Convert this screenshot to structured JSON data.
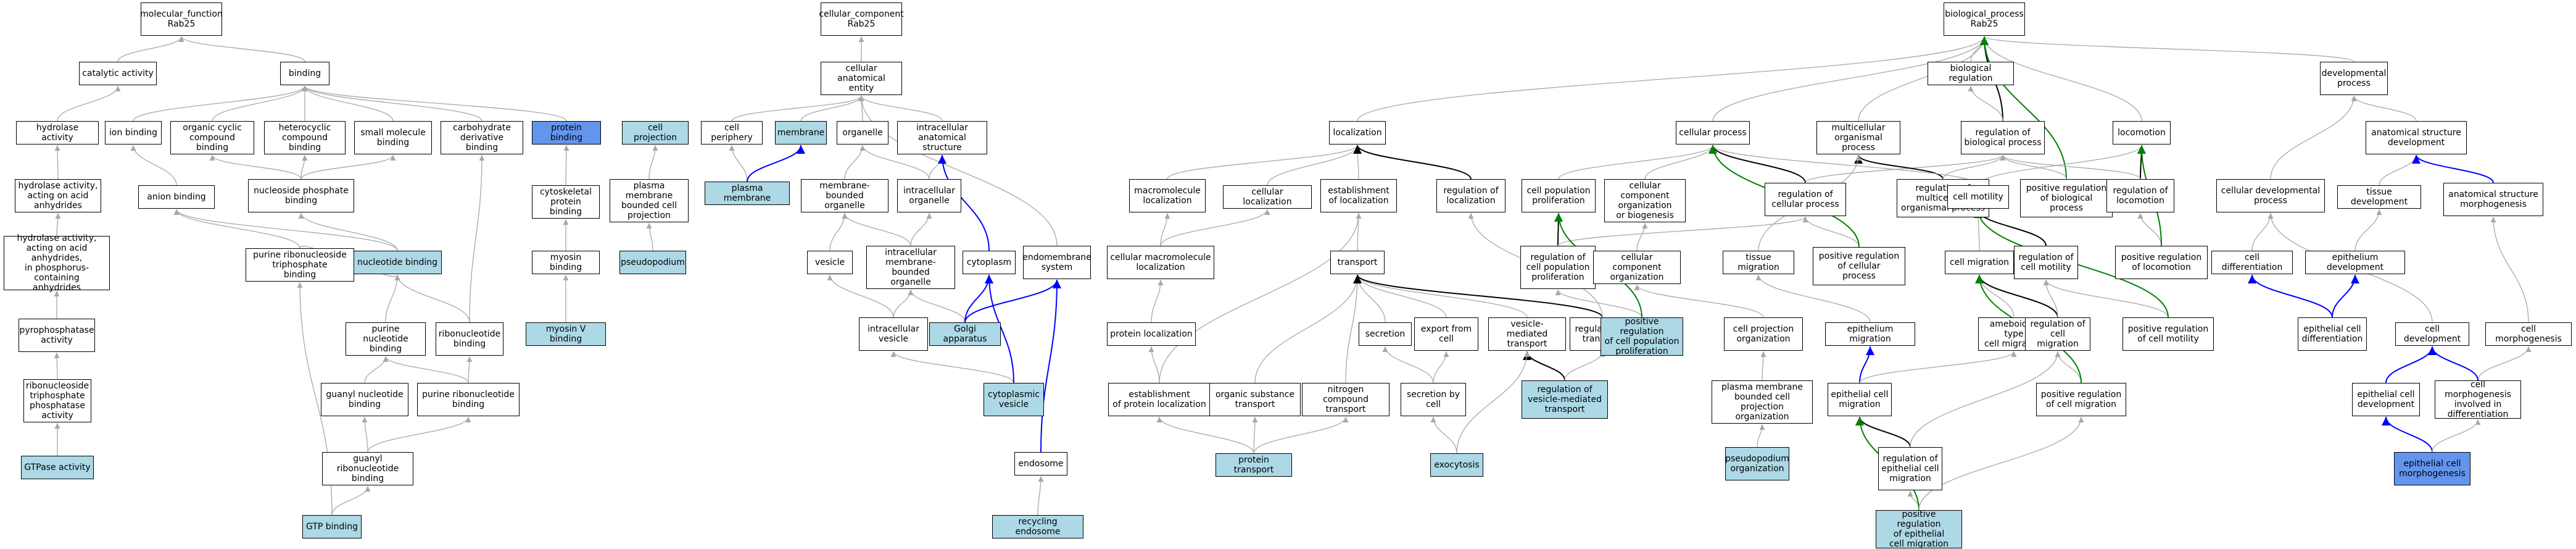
{
  "nodes": {
    "mf": {
      "label": "molecular_function\nRab25"
    },
    "cat": {
      "label": "catalytic activity"
    },
    "hyd": {
      "label": "hydrolase activity"
    },
    "hydah": {
      "label": "hydrolase activity,\nacting on acid\nanhydrides"
    },
    "hydp": {
      "label": "hydrolase activity,\nacting on acid\nanhydrides,\nin phosphorus-containing\nanhydrides"
    },
    "ppase": {
      "label": "pyrophosphatase\nactivity"
    },
    "ntp": {
      "label": "ribonucleoside\ntriphosphate\nphosphatase\nactivity"
    },
    "gtpase": {
      "label": "GTPase activity",
      "style": "lb"
    },
    "binding": {
      "label": "binding"
    },
    "ionb": {
      "label": "ion binding"
    },
    "orgcyc": {
      "label": "organic cyclic\ncompound binding"
    },
    "hetcyc": {
      "label": "heterocyclic\ncompound binding"
    },
    "smallmol": {
      "label": "small molecule\nbinding"
    },
    "carbo": {
      "label": "carbohydrate\nderivative binding"
    },
    "protb": {
      "label": "protein binding",
      "style": "cb"
    },
    "anion": {
      "label": "anion binding"
    },
    "nucphos": {
      "label": "nucleoside phosphate\nbinding"
    },
    "nucleotide": {
      "label": "nucleotide binding",
      "style": "lb"
    },
    "purintp": {
      "label": "purine ribonucleoside\ntriphosphate\nbinding"
    },
    "purinenuc": {
      "label": "purine nucleotide\nbinding"
    },
    "ribonuc": {
      "label": "ribonucleotide\nbinding"
    },
    "guanylnuc": {
      "label": "guanyl nucleotide\nbinding"
    },
    "purineribo": {
      "label": "purine ribonucleotide\nbinding"
    },
    "guanylribo": {
      "label": "guanyl ribonucleotide\nbinding"
    },
    "gtpb": {
      "label": "GTP binding",
      "style": "lb"
    },
    "cytoprot": {
      "label": "cytoskeletal\nprotein binding"
    },
    "myosinb": {
      "label": "myosin binding"
    },
    "myosin5": {
      "label": "myosin V binding",
      "style": "lb"
    },
    "cc": {
      "label": "cellular_component\nRab25"
    },
    "cae": {
      "label": "cellular anatomical\nentity"
    },
    "cellproj": {
      "label": "cell projection",
      "style": "lb"
    },
    "pmbcp": {
      "label": "plasma membrane\nbounded cell\nprojection"
    },
    "pseudo": {
      "label": "pseudopodium",
      "style": "lb"
    },
    "cperiph": {
      "label": "cell periphery"
    },
    "membrane": {
      "label": "membrane",
      "style": "lb"
    },
    "pm": {
      "label": "plasma membrane",
      "style": "lb"
    },
    "organelle": {
      "label": "organelle"
    },
    "ias": {
      "label": "intracellular\nanatomical structure"
    },
    "mbo": {
      "label": "membrane-bounded\norganelle"
    },
    "io": {
      "label": "intracellular\norganelle"
    },
    "vesicle": {
      "label": "vesicle"
    },
    "imbo": {
      "label": "intracellular\nmembrane-bounded\norganelle"
    },
    "cytoplasm": {
      "label": "cytoplasm"
    },
    "endomem": {
      "label": "endomembrane\nsystem"
    },
    "iv": {
      "label": "intracellular\nvesicle"
    },
    "golgi": {
      "label": "Golgi apparatus",
      "style": "lb"
    },
    "cytovesicle": {
      "label": "cytoplasmic\nvesicle",
      "style": "lb"
    },
    "endosome": {
      "label": "endosome"
    },
    "recycling": {
      "label": "recycling endosome",
      "style": "lb"
    },
    "bp": {
      "label": "biological_process\nRab25"
    },
    "localization": {
      "label": "localization"
    },
    "macroloc": {
      "label": "macromolecule\nlocalization"
    },
    "cellloc": {
      "label": "cellular localization"
    },
    "estloc": {
      "label": "establishment\nof localization"
    },
    "regloc": {
      "label": "regulation of\nlocalization"
    },
    "cellmacroloc": {
      "label": "cellular macromolecule\nlocalization"
    },
    "transport": {
      "label": "transport"
    },
    "protloc": {
      "label": "protein localization"
    },
    "estprotloc": {
      "label": "establishment\nof protein localization"
    },
    "orgsub": {
      "label": "organic substance\ntransport"
    },
    "nitrogen": {
      "label": "nitrogen compound\ntransport"
    },
    "secretion": {
      "label": "secretion"
    },
    "exportcell": {
      "label": "export from\ncell"
    },
    "secbycell": {
      "label": "secretion by\ncell"
    },
    "vesmed": {
      "label": "vesicle-mediated\ntransport"
    },
    "regtrans": {
      "label": "regulation of\ntransport"
    },
    "regvesmed": {
      "label": "regulation of\nvesicle-mediated\ntransport",
      "style": "lb"
    },
    "prottrans": {
      "label": "protein transport",
      "style": "lb"
    },
    "exocytosis": {
      "label": "exocytosis",
      "style": "lb"
    },
    "cellproc": {
      "label": "cellular process"
    },
    "multicell": {
      "label": "multicellular\norganismal process"
    },
    "bioreg": {
      "label": "biological regulation"
    },
    "regbp": {
      "label": "regulation of\nbiological process"
    },
    "devproc": {
      "label": "developmental\nprocess"
    },
    "locomotion": {
      "label": "locomotion"
    },
    "cellpopprol": {
      "label": "cell population\nproliferation"
    },
    "ccob": {
      "label": "cellular component\norganization\nor biogenesis"
    },
    "regcellproc": {
      "label": "regulation of\ncellular process"
    },
    "regmulti": {
      "label": "regulation of\nmulticellular\norganismal process"
    },
    "cellmot": {
      "label": "cell motility"
    },
    "posregbp": {
      "label": "positive regulation\nof biological\nprocess"
    },
    "regloco": {
      "label": "regulation of\nlocomotion"
    },
    "celldevproc": {
      "label": "cellular developmental\nprocess"
    },
    "asd": {
      "label": "anatomical structure\ndevelopment"
    },
    "tissuedev": {
      "label": "tissue development"
    },
    "asm": {
      "label": "anatomical structure\nmorphogenesis"
    },
    "regcpp": {
      "label": "regulation of\ncell population\nproliferation"
    },
    "cco": {
      "label": "cellular component\norganization"
    },
    "tissuemig": {
      "label": "tissue migration"
    },
    "posregcp": {
      "label": "positive regulation\nof cellular\nprocess"
    },
    "cellmig": {
      "label": "cell migration"
    },
    "regcellmot": {
      "label": "regulation of\ncell motility"
    },
    "posregloco": {
      "label": "positive regulation\nof locomotion"
    },
    "celldiff": {
      "label": "cell differentiation"
    },
    "epidev": {
      "label": "epithelium development"
    },
    "posregcpp": {
      "label": "positive regulation\nof cell population\nproliferation",
      "style": "lb"
    },
    "cpo": {
      "label": "cell projection\norganization"
    },
    "epimig": {
      "label": "epithelium migration"
    },
    "ameb": {
      "label": "ameboidal-type\ncell migration"
    },
    "regcellmig": {
      "label": "regulation of\ncell migration"
    },
    "posregcellmot": {
      "label": "positive regulation\nof cell motility"
    },
    "epicelldiff": {
      "label": "epithelial cell\ndifferentiation"
    },
    "celldev": {
      "label": "cell development"
    },
    "cellmorph": {
      "label": "cell morphogenesis"
    },
    "pmbcpo": {
      "label": "plasma membrane\nbounded cell\nprojection organization"
    },
    "epicellmig": {
      "label": "epithelial cell\nmigration"
    },
    "posregcellmig": {
      "label": "positive regulation\nof cell migration"
    },
    "epicelldev": {
      "label": "epithelial cell\ndevelopment"
    },
    "cmid": {
      "label": "cell morphogenesis\ninvolved in\ndifferentiation"
    },
    "pseudoorg": {
      "label": "pseudopodium\norganization",
      "style": "lb"
    },
    "regepimig": {
      "label": "regulation of\nepithelial cell\nmigration"
    },
    "epicellmorph": {
      "label": "epithelial cell\nmorphogenesis",
      "style": "cb"
    },
    "posregepimig": {
      "label": "positive regulation\nof epithelial\ncell migration",
      "style": "lb"
    }
  },
  "edges": [
    [
      "cat",
      "mf",
      "gray"
    ],
    [
      "binding",
      "mf",
      "gray"
    ],
    [
      "hyd",
      "cat",
      "gray"
    ],
    [
      "hydah",
      "hyd",
      "gray"
    ],
    [
      "hydp",
      "hydah",
      "gray"
    ],
    [
      "ppase",
      "hydp",
      "gray"
    ],
    [
      "ntp",
      "ppase",
      "gray"
    ],
    [
      "gtpase",
      "ntp",
      "gray"
    ],
    [
      "ionb",
      "binding",
      "gray"
    ],
    [
      "orgcyc",
      "binding",
      "gray"
    ],
    [
      "hetcyc",
      "binding",
      "gray"
    ],
    [
      "smallmol",
      "binding",
      "gray"
    ],
    [
      "carbo",
      "binding",
      "gray"
    ],
    [
      "protb",
      "binding",
      "gray"
    ],
    [
      "anion",
      "ionb",
      "gray"
    ],
    [
      "nucphos",
      "orgcyc",
      "gray"
    ],
    [
      "nucphos",
      "hetcyc",
      "gray"
    ],
    [
      "nucphos",
      "smallmol",
      "gray"
    ],
    [
      "nucleotide",
      "nucphos",
      "gray"
    ],
    [
      "nucleotide",
      "anion",
      "gray"
    ],
    [
      "purintp",
      "anion",
      "gray"
    ],
    [
      "purintp",
      "nucleotide",
      "gray"
    ],
    [
      "purinenuc",
      "nucleotide",
      "gray"
    ],
    [
      "ribonuc",
      "nucleotide",
      "gray"
    ],
    [
      "ribonuc",
      "carbo",
      "gray"
    ],
    [
      "guanylnuc",
      "purinenuc",
      "gray"
    ],
    [
      "purineribo",
      "purinenuc",
      "gray"
    ],
    [
      "purineribo",
      "ribonuc",
      "gray"
    ],
    [
      "guanylribo",
      "guanylnuc",
      "gray"
    ],
    [
      "guanylribo",
      "purineribo",
      "gray"
    ],
    [
      "gtpb",
      "guanylribo",
      "gray"
    ],
    [
      "gtpb",
      "purintp",
      "gray"
    ],
    [
      "cytoprot",
      "protb",
      "gray"
    ],
    [
      "myosinb",
      "cytoprot",
      "gray"
    ],
    [
      "myosin5",
      "myosinb",
      "gray"
    ],
    [
      "cae",
      "cc",
      "gray"
    ],
    [
      "cperiph",
      "cae",
      "gray"
    ],
    [
      "membrane",
      "cae",
      "gray"
    ],
    [
      "organelle",
      "cae",
      "gray"
    ],
    [
      "ias",
      "cae",
      "gray"
    ],
    [
      "endomem",
      "cae",
      "gray"
    ],
    [
      "pm",
      "cperiph",
      "gray"
    ],
    [
      "pm",
      "membrane",
      "blue"
    ],
    [
      "pmbcp",
      "cellproj",
      "gray"
    ],
    [
      "pseudo",
      "pmbcp",
      "gray"
    ],
    [
      "mbo",
      "organelle",
      "gray"
    ],
    [
      "io",
      "organelle",
      "gray"
    ],
    [
      "io",
      "ias",
      "gray"
    ],
    [
      "vesicle",
      "mbo",
      "gray"
    ],
    [
      "imbo",
      "mbo",
      "gray"
    ],
    [
      "imbo",
      "io",
      "gray"
    ],
    [
      "cytoplasm",
      "ias",
      "blue"
    ],
    [
      "iv",
      "vesicle",
      "gray"
    ],
    [
      "iv",
      "imbo",
      "gray"
    ],
    [
      "golgi",
      "imbo",
      "gray"
    ],
    [
      "golgi",
      "cytoplasm",
      "blue"
    ],
    [
      "golgi",
      "endomem",
      "blue"
    ],
    [
      "cytovesicle",
      "iv",
      "gray"
    ],
    [
      "cytovesicle",
      "cytoplasm",
      "blue"
    ],
    [
      "endosome",
      "endomem",
      "blue"
    ],
    [
      "recycling",
      "endosome",
      "gray"
    ],
    [
      "localization",
      "bp",
      "gray"
    ],
    [
      "cellproc",
      "bp",
      "gray"
    ],
    [
      "multicell",
      "bp",
      "gray"
    ],
    [
      "bioreg",
      "bp",
      "gray"
    ],
    [
      "regbp",
      "bp",
      "black"
    ],
    [
      "devproc",
      "bp",
      "gray"
    ],
    [
      "locomotion",
      "bp",
      "gray"
    ],
    [
      "posregbp",
      "bp",
      "green"
    ],
    [
      "macroloc",
      "localization",
      "gray"
    ],
    [
      "cellloc",
      "localization",
      "gray"
    ],
    [
      "estloc",
      "localization",
      "gray"
    ],
    [
      "regloc",
      "localization",
      "black"
    ],
    [
      "cellmacroloc",
      "macroloc",
      "gray"
    ],
    [
      "cellmacroloc",
      "cellloc",
      "gray"
    ],
    [
      "transport",
      "estloc",
      "gray"
    ],
    [
      "protloc",
      "cellmacroloc",
      "gray"
    ],
    [
      "estprotloc",
      "protloc",
      "gray"
    ],
    [
      "estprotloc",
      "estloc",
      "gray"
    ],
    [
      "orgsub",
      "transport",
      "gray"
    ],
    [
      "nitrogen",
      "transport",
      "gray"
    ],
    [
      "secretion",
      "transport",
      "gray"
    ],
    [
      "exportcell",
      "transport",
      "gray"
    ],
    [
      "vesmed",
      "transport",
      "gray"
    ],
    [
      "regtrans",
      "transport",
      "black"
    ],
    [
      "regtrans",
      "regloc",
      "gray"
    ],
    [
      "secbycell",
      "secretion",
      "gray"
    ],
    [
      "secbycell",
      "exportcell",
      "gray"
    ],
    [
      "regvesmed",
      "vesmed",
      "black"
    ],
    [
      "regvesmed",
      "regtrans",
      "gray"
    ],
    [
      "prottrans",
      "orgsub",
      "gray"
    ],
    [
      "prottrans",
      "nitrogen",
      "gray"
    ],
    [
      "prottrans",
      "estprotloc",
      "gray"
    ],
    [
      "exocytosis",
      "secbycell",
      "gray"
    ],
    [
      "exocytosis",
      "vesmed",
      "gray"
    ],
    [
      "cellpopprol",
      "cellproc",
      "gray"
    ],
    [
      "ccob",
      "cellproc",
      "gray"
    ],
    [
      "regcellproc",
      "cellproc",
      "black"
    ],
    [
      "regcellproc",
      "regbp",
      "gray"
    ],
    [
      "regmulti",
      "multicell",
      "black"
    ],
    [
      "regmulti",
      "regbp",
      "gray"
    ],
    [
      "cellmot",
      "cellproc",
      "gray"
    ],
    [
      "cellmot",
      "locomotion",
      "gray"
    ],
    [
      "regbp",
      "bioreg",
      "gray"
    ],
    [
      "posregbp",
      "regbp",
      "gray"
    ],
    [
      "regloco",
      "locomotion",
      "black"
    ],
    [
      "regloco",
      "regbp",
      "gray"
    ],
    [
      "celldevproc",
      "devproc",
      "gray"
    ],
    [
      "asd",
      "devproc",
      "gray"
    ],
    [
      "tissuedev",
      "asd",
      "gray"
    ],
    [
      "asm",
      "asd",
      "blue"
    ],
    [
      "regcpp",
      "cellpopprol",
      "black"
    ],
    [
      "regcpp",
      "regcellproc",
      "gray"
    ],
    [
      "cco",
      "ccob",
      "gray"
    ],
    [
      "tissuemig",
      "multicell",
      "gray"
    ],
    [
      "posregcp",
      "regcellproc",
      "gray"
    ],
    [
      "posregcp",
      "cellproc",
      "green"
    ],
    [
      "cellmig",
      "cellmot",
      "gray"
    ],
    [
      "regcellmot",
      "cellmot",
      "black"
    ],
    [
      "posregloco",
      "regloco",
      "gray"
    ],
    [
      "posregloco",
      "locomotion",
      "green"
    ],
    [
      "celldiff",
      "celldevproc",
      "gray"
    ],
    [
      "epidev",
      "tissuedev",
      "gray"
    ],
    [
      "posregcpp",
      "regcpp",
      "gray"
    ],
    [
      "posregcpp",
      "cellpopprol",
      "green"
    ],
    [
      "cpo",
      "cco",
      "gray"
    ],
    [
      "epimig",
      "tissuemig",
      "gray"
    ],
    [
      "ameb",
      "cellmig",
      "gray"
    ],
    [
      "regcellmig",
      "cellmig",
      "black"
    ],
    [
      "regcellmig",
      "regcellmot",
      "gray"
    ],
    [
      "posregcellmot",
      "regcellmot",
      "gray"
    ],
    [
      "posregcellmot",
      "cellmot",
      "green"
    ],
    [
      "epicelldiff",
      "celldiff",
      "blue"
    ],
    [
      "epicelldiff",
      "epidev",
      "blue"
    ],
    [
      "celldev",
      "celldevproc",
      "gray"
    ],
    [
      "cellmorph",
      "asm",
      "gray"
    ],
    [
      "pmbcpo",
      "cpo",
      "gray"
    ],
    [
      "epicellmig",
      "epimig",
      "blue"
    ],
    [
      "epicellmig",
      "ameb",
      "gray"
    ],
    [
      "posregcellmig",
      "regcellmig",
      "gray"
    ],
    [
      "posregcellmig",
      "cellmig",
      "green"
    ],
    [
      "epicelldev",
      "celldev",
      "blue"
    ],
    [
      "cmid",
      "cellmorph",
      "gray"
    ],
    [
      "cmid",
      "celldev",
      "blue"
    ],
    [
      "pseudoorg",
      "pmbcpo",
      "gray"
    ],
    [
      "regepimig",
      "epicellmig",
      "black"
    ],
    [
      "regepimig",
      "regcellmig",
      "gray"
    ],
    [
      "epicellmorph",
      "epicelldev",
      "blue"
    ],
    [
      "epicellmorph",
      "cmid",
      "gray"
    ],
    [
      "posregepimig",
      "regepimig",
      "gray"
    ],
    [
      "posregepimig",
      "epicellmig",
      "green"
    ],
    [
      "posregepimig",
      "posregcellmig",
      "gray"
    ]
  ],
  "colors": {
    "gray": "#a8a8a8",
    "black": "#000000",
    "blue": "#0000ff",
    "green": "#008000",
    "lightblue_fill": "#add8e6",
    "cornflower_fill": "#6495ed"
  }
}
